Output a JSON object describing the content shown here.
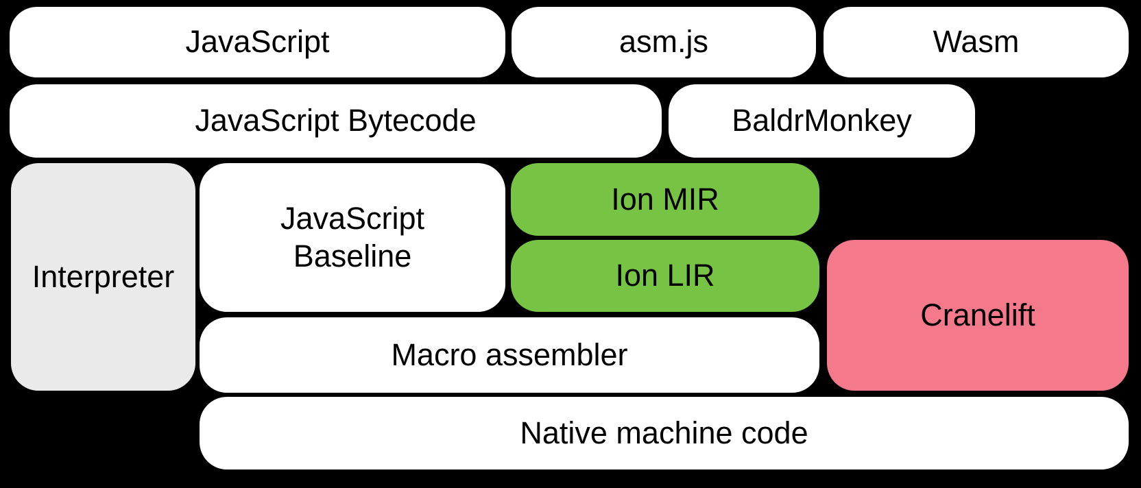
{
  "diagram": {
    "background": "#000000",
    "text_color": "#000000",
    "colors": {
      "box_default": "#FFFFFF",
      "box_interpreter": "#EAEAEA",
      "box_ion": "#77C344",
      "box_cranelift": "#F4798B"
    },
    "boxes": {
      "javascript": {
        "label": "JavaScript",
        "color": "#FFFFFF"
      },
      "asm_js": {
        "label": "asm.js",
        "color": "#FFFFFF"
      },
      "wasm": {
        "label": "Wasm",
        "color": "#FFFFFF"
      },
      "javascript_bytecode": {
        "label": "JavaScript Bytecode",
        "color": "#FFFFFF"
      },
      "baldrmonkey": {
        "label": "BaldrMonkey",
        "color": "#FFFFFF"
      },
      "interpreter": {
        "label": "Interpreter",
        "color": "#EAEAEA"
      },
      "javascript_baseline": {
        "label": "JavaScript Baseline",
        "color": "#FFFFFF"
      },
      "ion_mir": {
        "label": "Ion MIR",
        "color": "#77C344"
      },
      "ion_lir": {
        "label": "Ion LIR",
        "color": "#77C344"
      },
      "cranelift": {
        "label": "Cranelift",
        "color": "#F4798B"
      },
      "macro_assembler": {
        "label": "Macro assembler",
        "color": "#FFFFFF"
      },
      "native_machine_code": {
        "label": "Native machine code",
        "color": "#FFFFFF"
      }
    }
  }
}
